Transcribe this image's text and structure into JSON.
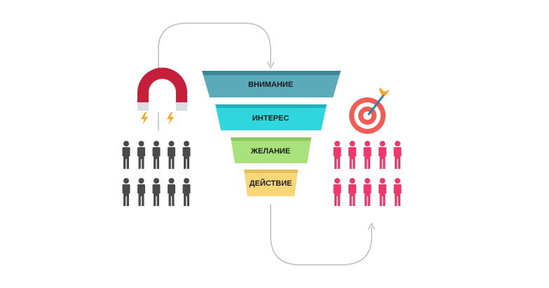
{
  "funnel": {
    "stages": [
      {
        "label": "ВНИМАНИЕ",
        "color": "#5AAAB9",
        "shade": "#3E8797"
      },
      {
        "label": "ИНТЕРЕС",
        "color": "#2ED6DD",
        "shade": "#22B3BA"
      },
      {
        "label": "ЖЕЛАНИЕ",
        "color": "#A9E17A",
        "shade": "#8CC860"
      },
      {
        "label": "ДЕЙСТВИЕ",
        "color": "#F9D776",
        "shade": "#E6BF55"
      }
    ]
  },
  "icons": {
    "magnet": "magnet-icon",
    "target": "target-icon",
    "arrow_top": "curved-arrow-icon",
    "arrow_bottom": "curved-arrow-icon"
  },
  "crowds": {
    "prospects": {
      "rows": 2,
      "cols": 5,
      "color": "#4A4A4A"
    },
    "customers": {
      "rows": 2,
      "cols": 5,
      "color": "#F0386B"
    }
  },
  "colors": {
    "magnet": "#C61F3C",
    "magnet_tip": "#D9DEE3",
    "spark": "#F5A623",
    "target_red": "#F25C54",
    "dart": "#2F7DA8",
    "dart_fletch": "#F5A623",
    "arrow": "#BDBDBD"
  }
}
